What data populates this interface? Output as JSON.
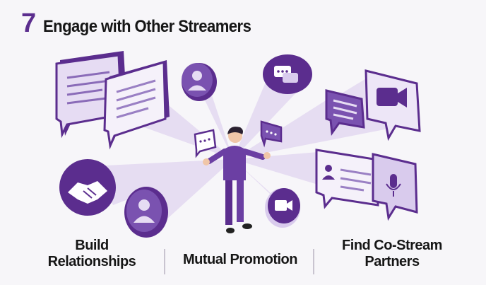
{
  "title": {
    "number": "7",
    "text": "Engage with Other Streamers"
  },
  "labels": {
    "build": "Build Relationships",
    "mutual": "Mutual Promotion",
    "costream": "Find Co-Stream Partners"
  },
  "colors": {
    "accent": "#5b2d8e",
    "light": "#d9cbed",
    "ray": "#e4d9f1"
  }
}
